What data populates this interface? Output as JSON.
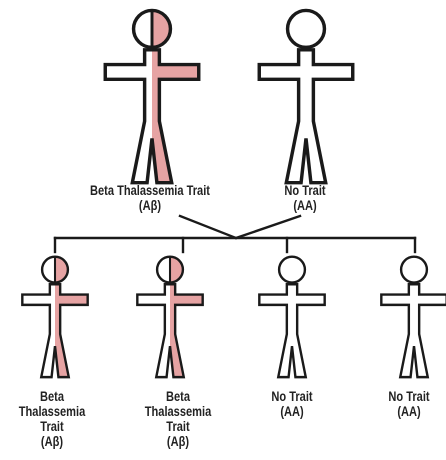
{
  "colors": {
    "carrier_fill": "#e6a3a3",
    "outline": "#1a1a1a",
    "background": "#ffffff"
  },
  "parents": [
    {
      "status": "carrier",
      "label_lines": [
        "Beta Thalassemia Trait",
        "(Aβ)"
      ]
    },
    {
      "status": "none",
      "label_lines": [
        "No Trait",
        "(AA)"
      ]
    }
  ],
  "children": [
    {
      "status": "carrier",
      "label_lines": [
        "Beta",
        "Thalassemia",
        "Trait",
        "(Aβ)"
      ]
    },
    {
      "status": "carrier",
      "label_lines": [
        "Beta",
        "Thalassemia",
        "Trait",
        "(Aβ)"
      ]
    },
    {
      "status": "none",
      "label_lines": [
        "No Trait",
        "(AA)"
      ]
    },
    {
      "status": "none",
      "label_lines": [
        "No Trait",
        "(AA)"
      ]
    }
  ]
}
